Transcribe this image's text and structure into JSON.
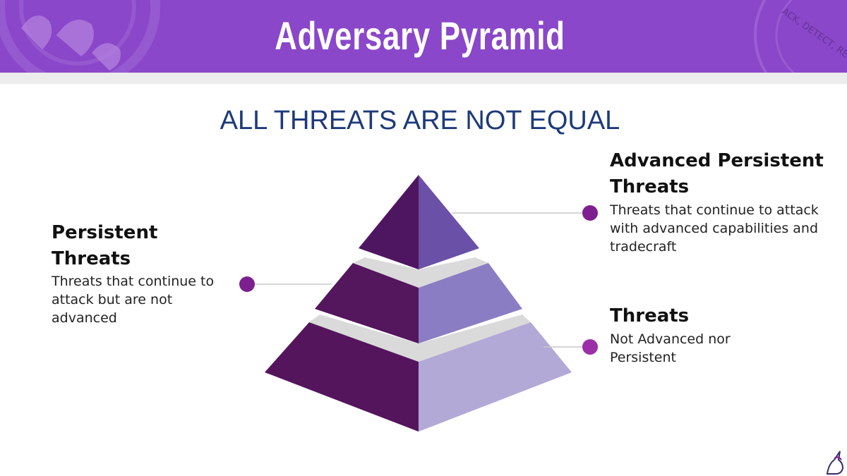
{
  "header": {
    "title": "Adversary Pyramid"
  },
  "subtitle": "ALL THREATS ARE NOT EQUAL",
  "tiers": {
    "top": {
      "title": "Advanced Persistent Threats",
      "title_line1": "Advanced Persistent",
      "title_line2": "Threats",
      "description": "Threats that continue to attack with advanced capabilities and tradecraft",
      "desc_line1": "Threats that continue to attack",
      "desc_line2": "with advanced capabilities and",
      "desc_line3": "tradecraft",
      "color_light": "#6a50a7",
      "color_dark": "#4e1660"
    },
    "middle": {
      "title": "Persistent Threats",
      "title_line1": "Persistent",
      "title_line2": "Threats",
      "description": "Threats that continue to attack but are not advanced",
      "desc_line1": "Threats that continue to",
      "desc_line2": "attack but are not",
      "desc_line3": "advanced",
      "color_light": "#8b7dc3",
      "color_dark": "#54165d"
    },
    "bottom": {
      "title": "Threats",
      "description": "Not Advanced nor Persistent",
      "desc_line1": "Not Advanced nor",
      "desc_line2": "Persistent",
      "color_light": "#b3a9d6",
      "color_dark": "#54155d"
    }
  },
  "colors": {
    "header_bg": "#8a47c9",
    "subtitle": "#1d3a7a",
    "dot": "#7d1f8f",
    "separator": "#dadada"
  },
  "header_badge_text": "ACK, DETECT, RES"
}
